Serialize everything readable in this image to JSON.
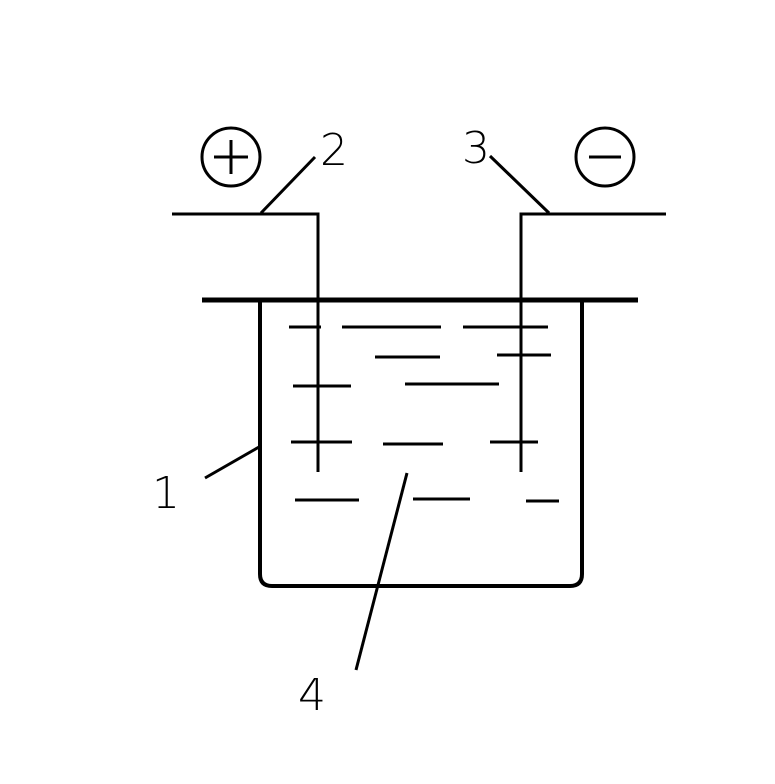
{
  "labels": {
    "container": "1",
    "anode": "2",
    "cathode": "3",
    "electrolyte": "4"
  },
  "terminals": {
    "positive": "+",
    "negative": "−"
  }
}
